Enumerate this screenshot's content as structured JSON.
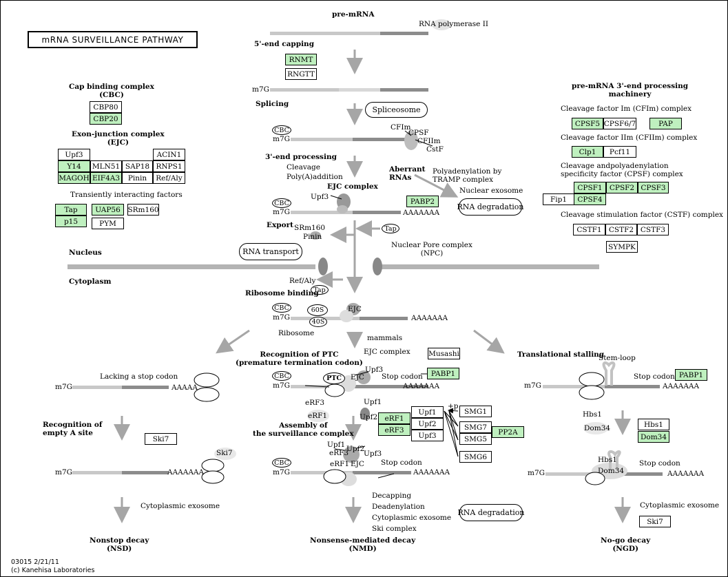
{
  "title": "mRNA SURVEILLANCE PATHWAY",
  "footer": {
    "id": "03015 2/21/11",
    "copyright": "(c) Kanehisa Laboratories"
  },
  "labels": {
    "pre_mrna": "pre-mRNA",
    "rna_pol2": "RNA polymerase II",
    "capping": "5'-end capping",
    "m7g": "m7G",
    "splicing": "Splicing",
    "spliceosome": "Spliceosome",
    "cfim": "CFIm",
    "cpsf": "CPSF",
    "cfiim": "CFIIm",
    "cstf": "CstF",
    "end_processing": "3'-end processing",
    "cleavage": "Cleavage",
    "polya_addition": "Poly(A)addition",
    "aberrant": "Aberrant\nRNAs",
    "polyadenylation": "Polyadenylation by\nTRAMP complex",
    "nuclear_exosome": "Nuclear exosome",
    "rna_degradation": "RNA degradation",
    "ejc_complex": "EJC complex",
    "upf3": "Upf3",
    "cbc": "CBC",
    "polya": "AAAAAAA",
    "polya_short": "AAAAA",
    "export": "Export",
    "srm160": "SRm160",
    "pinin": "Pinin",
    "tap": "Tap",
    "npc": "Nuclear Pore complex\n(NPC)",
    "rna_transport": "RNA transport",
    "nucleus": "Nucleus",
    "cytoplasm": "Cytoplasm",
    "ref_aly": "Ref/Aly",
    "ribosome_binding": "Ribosome binding",
    "s60": "60S",
    "s40": "40S",
    "ejc": "EJC",
    "ribosome": "Ribosome",
    "mammals": "mammals",
    "ejc_complex2": "EJC complex",
    "recog_ptc": "Recognition of PTC\n(premature termination codon)",
    "ptc": "PTC",
    "stop_codon": "Stop codon",
    "erf3": "eRF3",
    "erf1": "eRF1",
    "upf1": "Upf1",
    "upf2": "Upf2",
    "plus_p": "+p",
    "assembly": "Assembly of\nthe surveillance complex",
    "lacking_stop": "Lacking a stop codon",
    "recog_a_site": "Recognition of\nempty A site",
    "ski7": "Ski7",
    "cyto_exosome": "Cytoplasmic exosome",
    "decay_list": "Decapping\nDeadenylation\nCytoplasmic exosome\nSki complex",
    "translational_stalling": "Translational stalling",
    "stem_loop": "Stem-loop",
    "hbs1": "Hbs1",
    "dom34": "Dom34",
    "nsd": "Nonstop decay\n(NSD)",
    "nmd": "Nonsense-mediated decay\n(NMD)",
    "ngd": "No-go decay\n(NGD)",
    "cbc_header": "Cap binding complex\n(CBC)",
    "ejc_header": "Exon-junction complex\n(EJC)",
    "transient": "Transiently interacting factors",
    "pre3_header": "pre-mRNA 3'-end processing\nmachinery",
    "cfim_complex": "Cleavage factor Im (CFIm) complex",
    "cfiim_complex": "Cleavage factor IIm (CFIIm) complex",
    "cpsf_complex": "Cleavage andpolyadenylation\nspecificity factor (CPSF) complex",
    "cstf_complex": "Cleavage stimulation factor (CSTF) complex"
  },
  "genes": {
    "rnmt": "RNMT",
    "rngtt": "RNGTT",
    "cbp80": "CBP80",
    "cbp20": "CBP20",
    "upf3": "Upf3",
    "acin1": "ACIN1",
    "y14": "Y14",
    "mln51": "MLN51",
    "sap18": "SAP18",
    "rnps1": "RNPS1",
    "magoh": "MAGOH",
    "eif4a3": "EIF4A3",
    "pinin": "Pinin",
    "refaly": "Ref/Aly",
    "tap": "Tap",
    "uap56": "UAP56",
    "srm160": "SRm160",
    "p15": "p15",
    "pym": "PYM",
    "pabp2": "PABP2",
    "musashi": "Musashi",
    "pabp1": "PABP1",
    "pabp1b": "PABP1",
    "erf1": "eRF1",
    "erf3": "eRF3",
    "upf1": "Upf1",
    "upf2": "Upf2",
    "upf3b": "Upf3",
    "smg1": "SMG1",
    "smg7": "SMG7",
    "smg5": "SMG5",
    "smg6": "SMG6",
    "pp2a": "PP2A",
    "ski7": "Ski7",
    "ski7b": "Ski7",
    "hbs1": "Hbs1",
    "dom34": "Dom34",
    "cpsf5": "CPSF5",
    "cpsf67": "CPSF6/7",
    "pap": "PAP",
    "clp1": "Clp1",
    "pcf11": "Pcf11",
    "cpsf1": "CPSF1",
    "cpsf2": "CPSF2",
    "cpsf3": "CPSF3",
    "fip1": "Fip1",
    "cpsf4": "CPSF4",
    "cstf1": "CSTF1",
    "cstf2": "CSTF2",
    "cstf3": "CSTF3",
    "sympk": "SYMPK"
  },
  "colors": {
    "gene_found": "#bff0bf",
    "line_gray": "#a6a6a6",
    "exon_dark": "#8c8c8c",
    "exon_light": "#c8c8c8"
  }
}
